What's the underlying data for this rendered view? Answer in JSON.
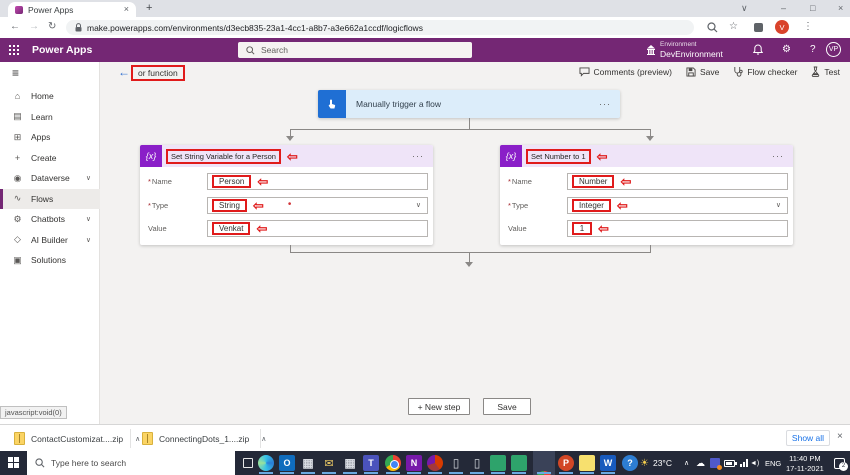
{
  "colors": {
    "brand_purple": "#742774",
    "trigger_blue": "#1f6fd4",
    "variable_purple": "#8a1fc8",
    "annotation_red": "#e01b1b",
    "link_blue": "#1a73e8"
  },
  "icons": {
    "variable": "{x}",
    "hamburger": "≡",
    "home": "⌂",
    "learn": "▤",
    "apps": "⊞",
    "create": "+",
    "dataverse": "◉",
    "flows": "∿",
    "chatbots": "⚙",
    "ai_builder": "◇",
    "solutions": "▣",
    "chevron_down": "∨",
    "caret_up": "∧",
    "back_arrow": "←",
    "forward_arrow": "→",
    "reload": "↻",
    "ellipsis": "···",
    "annotation_arrow": "⇦",
    "red_dot": "•",
    "close": "×",
    "minimize": "–",
    "maximize": "□",
    "window_menu": "∨",
    "star": "☆",
    "kebab": "⋮",
    "new_tab": "+",
    "question": "?",
    "required": "*",
    "speaker": "◄)",
    "cloud": "☁",
    "sun": "☀"
  },
  "browser": {
    "tab_title": "Power Apps",
    "url": "make.powerapps.com/environments/d3ecb835-23a1-4cc1-a8b7-a3e662a1ccdf/logicflows",
    "profile_initial": "V"
  },
  "app_header": {
    "brand": "Power Apps",
    "search_placeholder": "Search",
    "environment_label": "Environment",
    "environment_name": "DevEnvironment",
    "avatar_initials": "VP"
  },
  "flow_toolbar": {
    "flow_name": "or function",
    "comments": "Comments (preview)",
    "save": "Save",
    "flow_checker": "Flow checker",
    "test": "Test"
  },
  "sidebar": {
    "items": [
      {
        "label": "Home"
      },
      {
        "label": "Learn"
      },
      {
        "label": "Apps"
      },
      {
        "label": "Create"
      },
      {
        "label": "Dataverse"
      },
      {
        "label": "Flows"
      },
      {
        "label": "Chatbots"
      },
      {
        "label": "AI Builder"
      },
      {
        "label": "Solutions"
      }
    ]
  },
  "canvas": {
    "trigger": {
      "title": "Manually trigger a flow"
    },
    "field_labels": {
      "name": "Name",
      "type": "Type",
      "value": "Value"
    },
    "actions": [
      {
        "title": "Set String Variable for a Person",
        "name_value": "Person",
        "type_value": "String",
        "value_value": "Venkat"
      },
      {
        "title": "Set Number to 1",
        "name_value": "Number",
        "type_value": "Integer",
        "value_value": "1"
      }
    ],
    "new_step": "+ New step",
    "save": "Save"
  },
  "status_tooltip": "javascript:void(0)",
  "downloads": {
    "files": [
      {
        "name": "ContactCustomizat....zip"
      },
      {
        "name": "ConnectingDots_1....zip"
      }
    ],
    "show_all": "Show all"
  },
  "taskbar": {
    "search_placeholder": "Type here to search",
    "temperature": "23°C",
    "language": "ENG",
    "time": "11:40 PM",
    "date": "17-11-2021",
    "notification_count": "2",
    "app_glyphs": {
      "outlook": "O",
      "onenote": "N",
      "powerpoint": "P",
      "word": "W",
      "teams": "T",
      "help": "?",
      "mail": "✉",
      "grid": "▦",
      "doc": "▯"
    }
  }
}
